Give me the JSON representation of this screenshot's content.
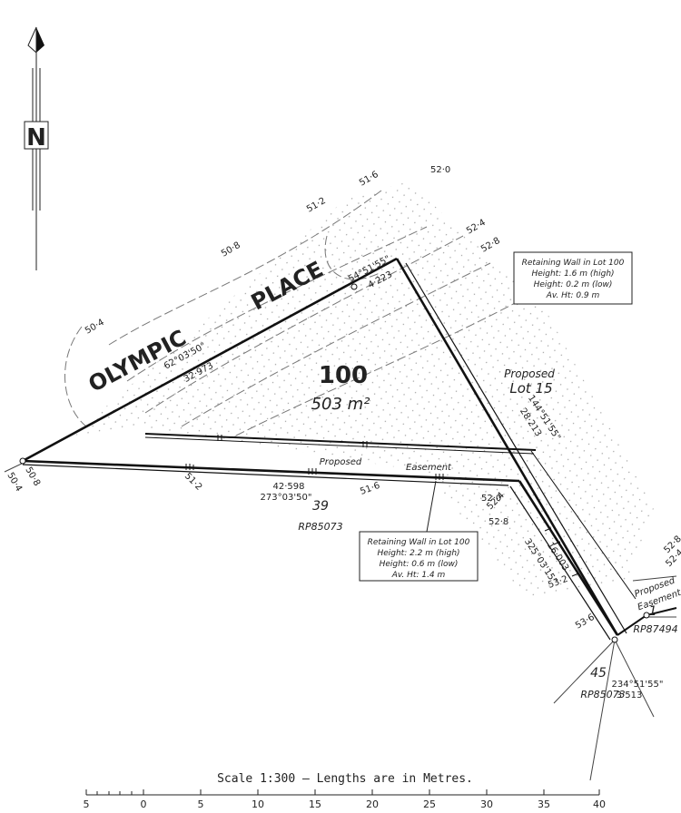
{
  "north": {
    "letter": "N",
    "icon": "north-arrow-icon"
  },
  "street": {
    "word1": "OLYMPIC",
    "word2": "PLACE"
  },
  "lot": {
    "number": "100",
    "area": "503 m²"
  },
  "proposed_lot": {
    "line1": "Proposed",
    "line2": "Lot 15"
  },
  "bearings": {
    "frontage_bearing": "62°03'50\"",
    "frontage_length": "32·973",
    "top_bearing": "54°51'55\"",
    "top_length": "4·223",
    "south_length": "42·598",
    "south_bearing": "273°03'50\"",
    "east_bearing": "325°03'15\"",
    "east_length": "16·003",
    "lot15_bearing": "144°51'55\"",
    "lot15_length": "28·213",
    "corner_bearing": "234°51'55\"",
    "corner_length": "3·513"
  },
  "easement": {
    "proposed": "Proposed",
    "easement": "Easement"
  },
  "easement_right": {
    "line1": "Proposed",
    "line2": "Easement"
  },
  "adjoining": {
    "lot39": "39",
    "rp39": "RP85073",
    "lot45": "45",
    "rp45": "RP85073",
    "lot1": "1",
    "rp1": "RP87494"
  },
  "contours": [
    "50·4",
    "50·8",
    "51·2",
    "51·6",
    "52·0",
    "52·4",
    "52·8",
    "53·2",
    "53·6"
  ],
  "wall_notes": [
    {
      "title": "Retaining Wall in Lot 100",
      "high": "Height: 1.6 m (high)",
      "low": "Height: 0.2 m (low)",
      "avg": "Av. Ht: 0.9 m"
    },
    {
      "title": "Retaining Wall in Lot 100",
      "high": "Height: 2.2 m (high)",
      "low": "Height: 0.6 m (low)",
      "avg": "Av. Ht: 1.4 m"
    }
  ],
  "scale": {
    "text": "Scale 1:300 – Lengths are in Metres.",
    "ticks": [
      "5",
      "0",
      "5",
      "10",
      "15",
      "20",
      "25",
      "30",
      "35",
      "40"
    ]
  }
}
